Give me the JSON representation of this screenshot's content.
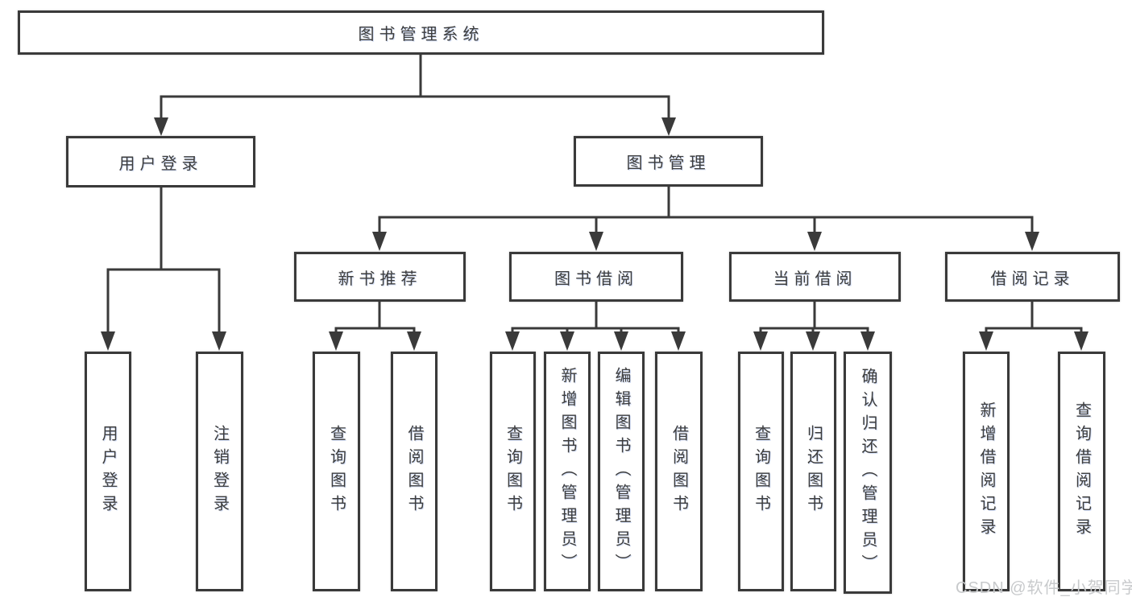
{
  "tree": {
    "root": {
      "label": "图书管理系统",
      "children": [
        {
          "label": "用户登录",
          "children": [
            {
              "label": "用户登录"
            },
            {
              "label": "注销登录"
            }
          ]
        },
        {
          "label": "图书管理",
          "children": [
            {
              "label": "新书推荐",
              "children": [
                {
                  "label": "查询图书"
                },
                {
                  "label": "借阅图书"
                }
              ]
            },
            {
              "label": "图书借阅",
              "children": [
                {
                  "label": "查询图书"
                },
                {
                  "label": "新增图书（管理员）"
                },
                {
                  "label": "编辑图书（管理员）"
                },
                {
                  "label": "借阅图书"
                }
              ]
            },
            {
              "label": "当前借阅",
              "children": [
                {
                  "label": "查询图书"
                },
                {
                  "label": "归还图书"
                },
                {
                  "label": "确认归还（管理员）"
                }
              ]
            },
            {
              "label": "借阅记录",
              "children": [
                {
                  "label": "新增借阅记录"
                },
                {
                  "label": "查询借阅记录"
                }
              ]
            }
          ]
        }
      ]
    }
  },
  "watermark": {
    "text": "CSDN @软件_小贺同学"
  },
  "colors": {
    "line": "#3a3a3a",
    "text": "#3d3d3d",
    "watermark": "#c8cacc",
    "background": "#ffffff"
  }
}
